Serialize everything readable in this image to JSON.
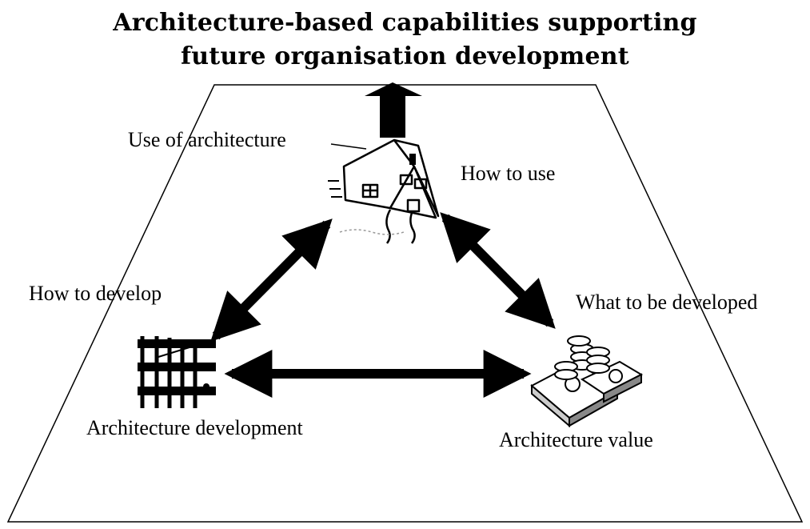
{
  "title": {
    "line1": "Architecture-based capabilities supporting",
    "line2": "future organisation development"
  },
  "labels": {
    "use_of_architecture": "Use of  architecture",
    "how_to_use": "How to use",
    "how_to_develop": "How to develop",
    "what_to_be_developed": "What to be developed",
    "architecture_development": "Architecture development",
    "architecture_value": "Architecture value"
  },
  "icons": {
    "top": "house-icon",
    "left": "scaffolding-icon",
    "right": "money-icon"
  }
}
